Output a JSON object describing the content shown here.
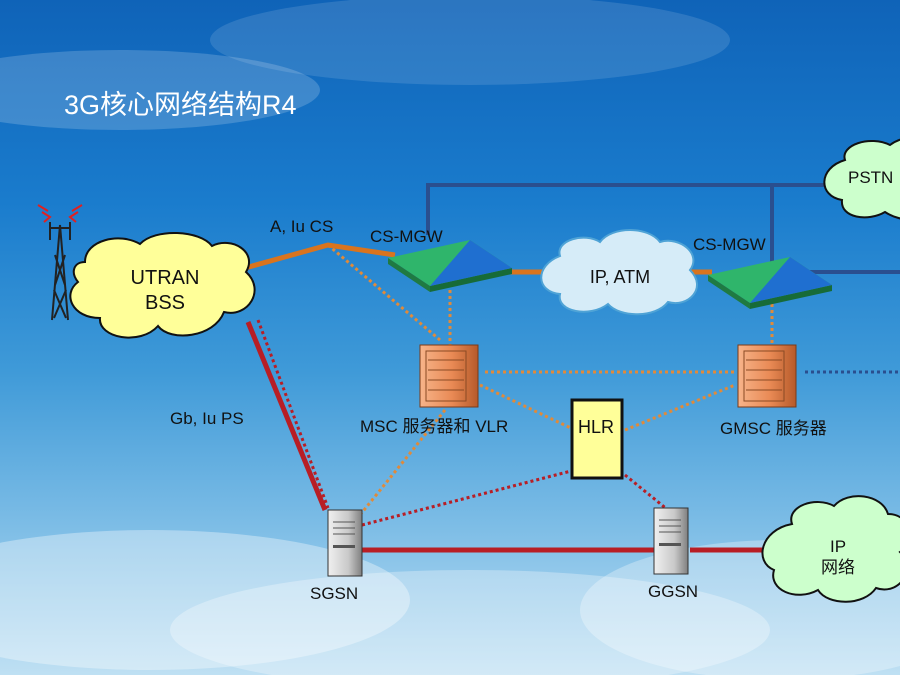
{
  "slide": {
    "title": "3G核心网络结构R4"
  },
  "links": {
    "a_iu_cs": "A, Iu CS",
    "gb_iu_ps": "Gb, Iu PS"
  },
  "nodes": {
    "utran": {
      "line1": "UTRAN",
      "line2": "BSS"
    },
    "cs_mgw_1": "CS-MGW",
    "cs_mgw_2": "CS-MGW",
    "ip_atm": "IP, ATM",
    "pstn": "PSTN",
    "msc": "MSC 服务器和 VLR",
    "hlr": "HLR",
    "gmsc": "GMSC 服务器",
    "sgsn": "SGSN",
    "ggsn": "GGSN",
    "ip_network": {
      "line1": "IP",
      "line2": "网络"
    }
  },
  "colors": {
    "cloud_fill": "#ffff99",
    "ip_atm_fill": "#d6ecf8",
    "ip_network_fill": "#ccffcc",
    "orange_link": "#d9741e",
    "red_link": "#b81e25",
    "navy_link": "#2a4f8f",
    "hlr_fill": "#ffff99"
  },
  "icons": [
    "antenna-tower-icon",
    "media-gateway-icon",
    "server-rack-icon",
    "server-tower-icon"
  ]
}
